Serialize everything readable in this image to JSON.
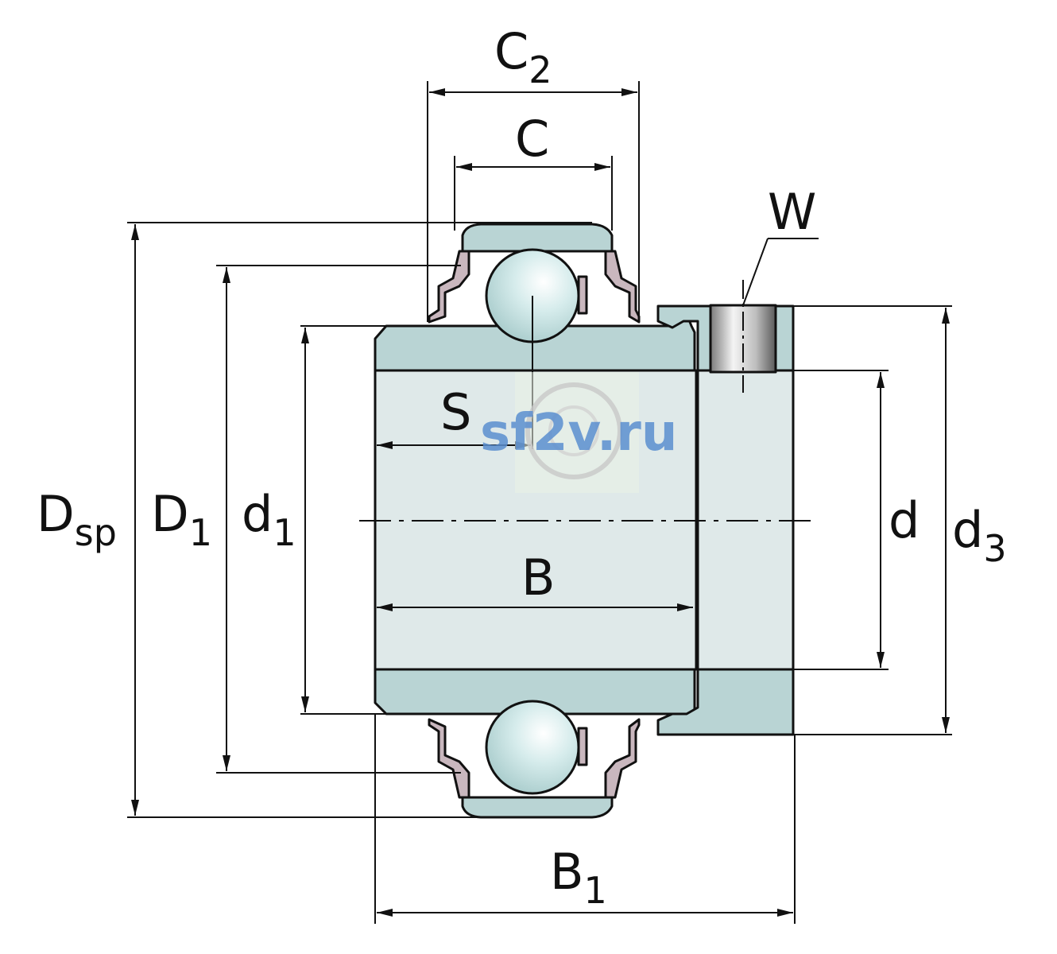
{
  "dimensions": {
    "C2": {
      "main": "C",
      "sub": "2"
    },
    "C": {
      "main": "C"
    },
    "W": {
      "main": "W"
    },
    "S": {
      "main": "S"
    },
    "B": {
      "main": "B"
    },
    "B1": {
      "main": "B",
      "sub": "1"
    },
    "Dsp": {
      "main": "D",
      "sub": "sp"
    },
    "D1": {
      "main": "D",
      "sub": "1"
    },
    "d1": {
      "main": "d",
      "sub": "1"
    },
    "d": {
      "main": "d"
    },
    "d3": {
      "main": "d",
      "sub": "3"
    }
  },
  "watermark": {
    "text": "sf2v.ru"
  },
  "colors": {
    "ring_fill": "#b9d4d4",
    "bore_fill": "#dfe9e9",
    "ball_fill": "#d2e8e8",
    "seal_fill": "#c9b7be",
    "line": "#111111"
  }
}
